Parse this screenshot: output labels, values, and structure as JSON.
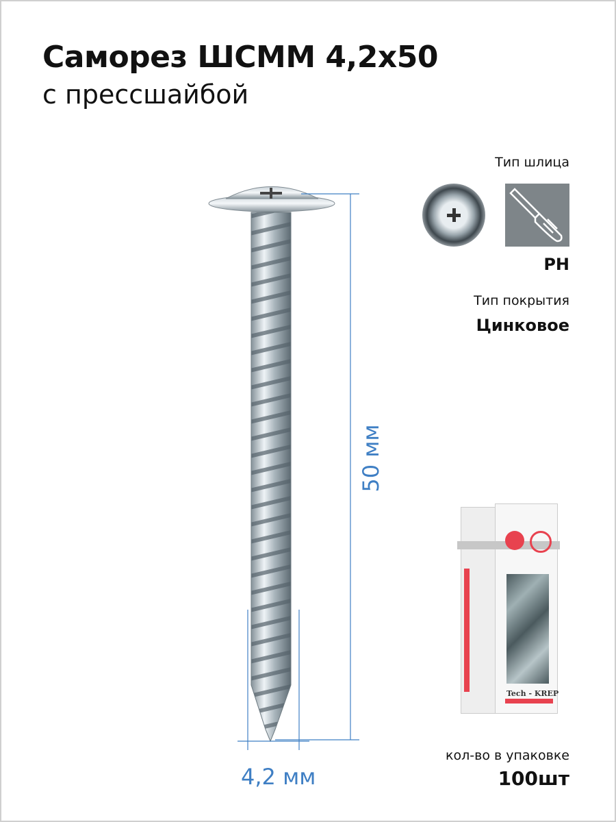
{
  "product": {
    "title": "Саморез ШСММ 4,2x50",
    "subtitle": "с прессшайбой"
  },
  "specs": {
    "slot_type_label": "Тип шлица",
    "slot_type_value": "PH",
    "coating_label": "Тип покрытия",
    "coating_value": "Цинковое",
    "package_qty_label": "кол-во в упаковке",
    "package_qty_value": "100шт"
  },
  "dimensions": {
    "length": "50 мм",
    "diameter": "4,2 мм"
  },
  "package": {
    "brand_logo": "Tech - KREP"
  },
  "colors": {
    "dimension_line": "#3f7fc4",
    "icon_bg": "#7e8589",
    "box_red": "#e8424f"
  },
  "icons": [
    "phillips-head-icon",
    "screwdriver-icon"
  ]
}
